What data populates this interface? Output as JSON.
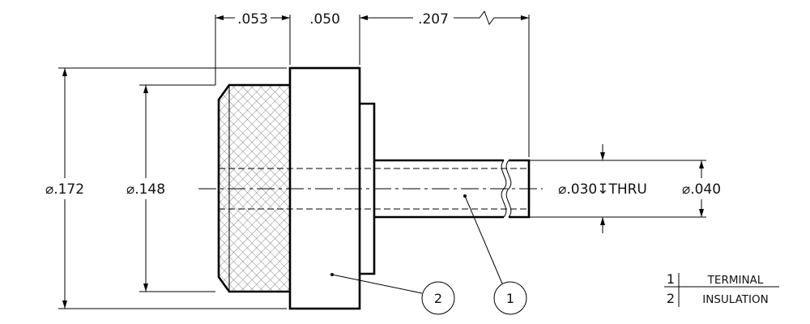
{
  "dimensions": {
    "width_053": ".053",
    "width_050": ".050",
    "length_207": ".207",
    "dia_172": "⌀.172",
    "dia_148": "⌀.148",
    "dia_030_thru": "⌀.030↧THRU",
    "dia_040": "⌀.040"
  },
  "balloons": [
    {
      "number": "2"
    },
    {
      "number": "1"
    }
  ],
  "parts_list": [
    {
      "item": "1",
      "description": "TERMINAL"
    },
    {
      "item": "2",
      "description": "INSULATION"
    }
  ],
  "colors": {
    "line": "#000000",
    "background": "#ffffff",
    "hatch": "#555555"
  }
}
